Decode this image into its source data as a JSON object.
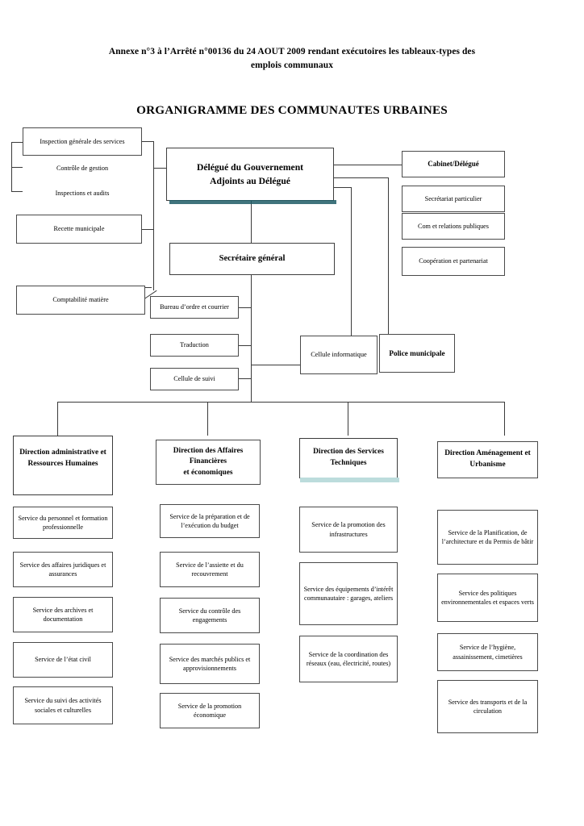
{
  "document": {
    "subtitle": "Annexe n°3 à l’Arrêté n°00136 du 24 AOUT 2009 rendant exécutoires les tableaux-types des emplois communaux",
    "title": "ORGANIGRAMME DES COMMUNAUTES URBAINES"
  },
  "colors": {
    "box_border": "#4a4a4a",
    "line": "#3a3a3a",
    "shadow_dark_teal": "#1f5c66",
    "shadow_light_teal": "#bcdcdc",
    "background": "#ffffff",
    "text": "#000000"
  },
  "executive": {
    "lead_box": "Délégué du Gouvernement\nAdjoints au Délégué",
    "lead_line_1": "Délégué du Gouvernement",
    "lead_line_2": "Adjoints au Délégué",
    "secretary_general": "Secrétaire général"
  },
  "left_column": {
    "inspection_box": "Inspection générale des services",
    "bracket_items": [
      "Contrôle de gestion",
      "Inspections et audits"
    ],
    "recette": "Recette municipale",
    "comptabilite": "Comptabilité matière"
  },
  "right_column": {
    "cabinet": "Cabinet/Délégué",
    "items": [
      "Secrétariat particulier",
      "Com et relations publiques",
      "Coopération et partenariat"
    ]
  },
  "support_units": {
    "under_sg": [
      "Bureau d’ordre et courrier",
      "Traduction",
      "Cellule de suivi"
    ],
    "cellule_informatique": "Cellule informatique",
    "police_municipale": "Police municipale"
  },
  "directions": [
    {
      "title": "Direction administrative et Ressources Humaines",
      "title_line_1": "Direction administrative et",
      "title_line_2": "Ressources Humaines",
      "services": [
        "Service du personnel et formation professionnelle",
        "Service des affaires juridiques et assurances",
        "Service des archives et documentation",
        "Service de l’état civil",
        "Service du suivi des activités sociales et culturelles"
      ]
    },
    {
      "title": "Direction des Affaires Financières et économiques",
      "title_line_1": "Direction des Affaires Financières",
      "title_line_2": "et économiques",
      "services": [
        "Service de la préparation et de l’exécution du budget",
        "Service de l’assiette et du recouvrement",
        "Service du contrôle des engagements",
        "Service des marchés publics et approvisionnements",
        "Service de la promotion économique"
      ]
    },
    {
      "title": "Direction des Services Techniques",
      "title_line_1": "Direction des Services",
      "title_line_2": "Techniques",
      "services": [
        "Service de la promotion des infrastructures",
        "Service des équipements d’intérêt communautaire : garages, ateliers",
        "Service de la coordination des réseaux (eau, électricité, routes)"
      ]
    },
    {
      "title": "Direction Aménagement et Urbanisme",
      "title_line_1": "Direction Aménagement et",
      "title_line_2": "Urbanisme",
      "services": [
        "Service de la Planification, de l’architecture et du Permis de bâtir",
        "Service des politiques environnementales et espaces verts",
        "Service de l’hygiène, assainissement, cimetières",
        "Service des transports et de la circulation"
      ]
    }
  ]
}
